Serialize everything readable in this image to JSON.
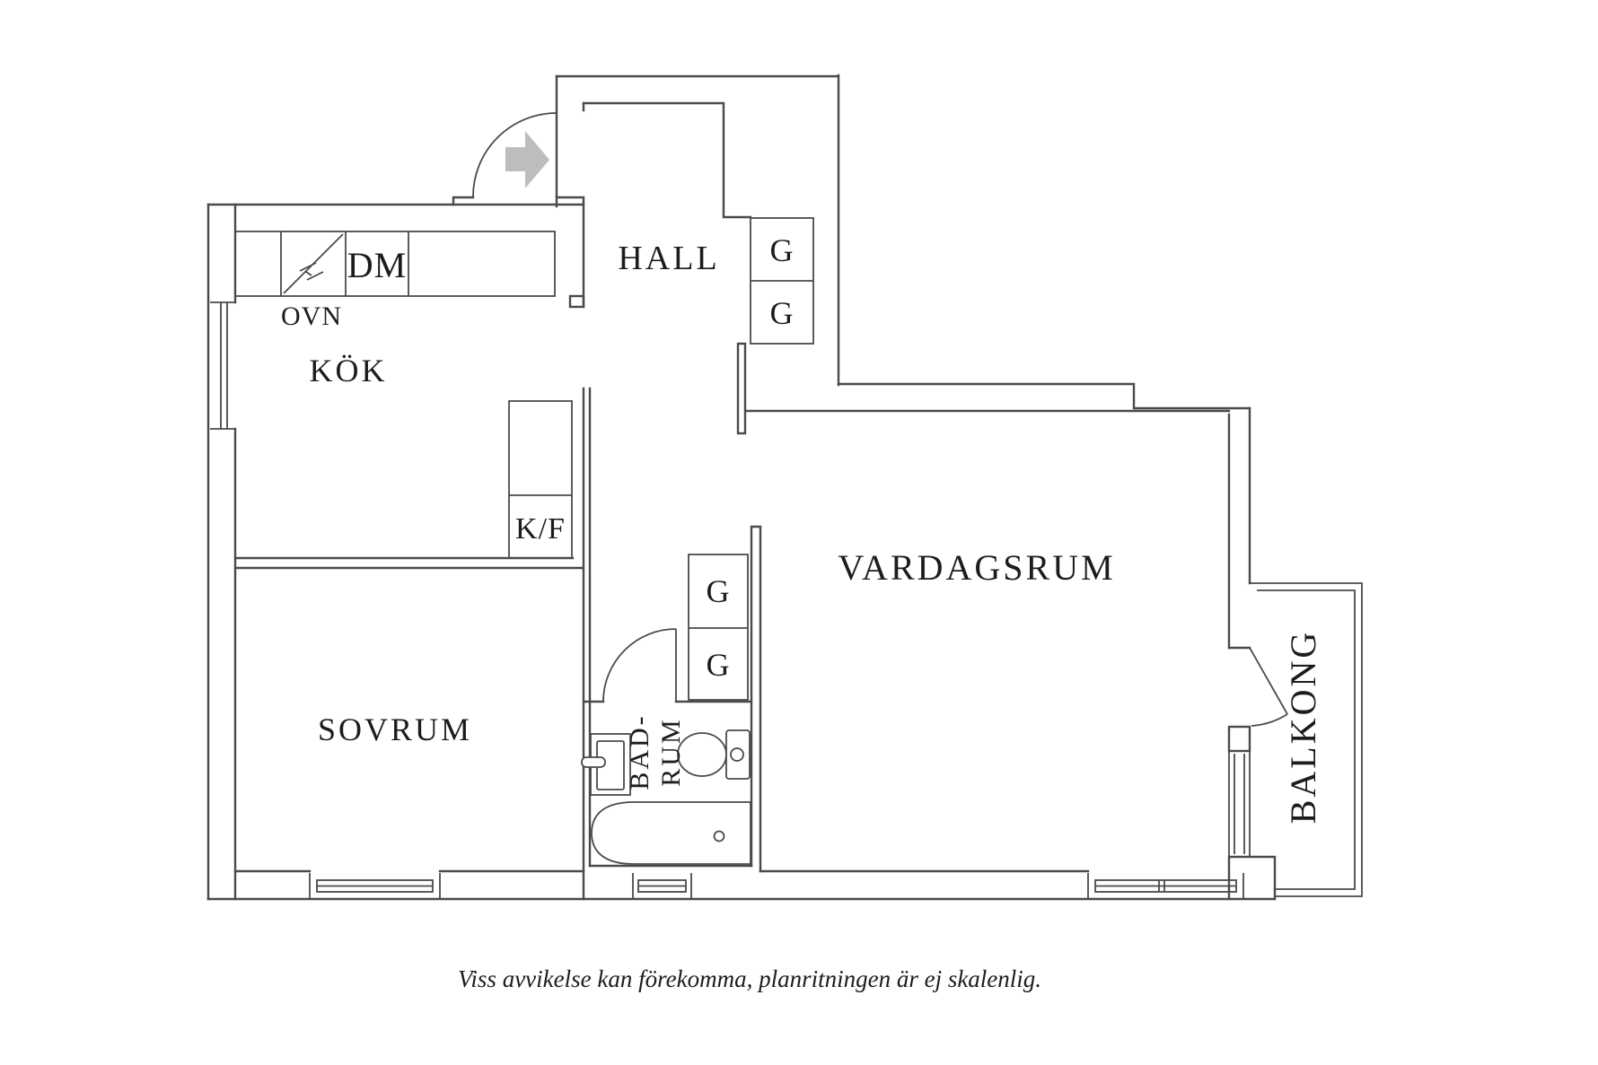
{
  "meta": {
    "background": "#ffffff",
    "line_color": "#4a4a4a",
    "text_color": "#1c1c1c",
    "arrow_color": "#bdbdbd"
  },
  "rooms": {
    "hall": "HALL",
    "kitchen": "KÖK",
    "bedroom": "SOVRUM",
    "living_room": "VARDAGSRUM",
    "bathroom_line1": "BAD-",
    "bathroom_line2": "RUM",
    "balcony": "BALKONG"
  },
  "fixtures": {
    "dishwasher": "DM",
    "oven": "OVN",
    "fridge_freezer": "K/F",
    "wardrobe_hall_top": "G",
    "wardrobe_hall_bottom": "G",
    "wardrobe_corridor_top": "G",
    "wardrobe_corridor_bottom": "G"
  },
  "caption": "Viss avvikelse kan förekomma, planritningen är ej skalenlig."
}
